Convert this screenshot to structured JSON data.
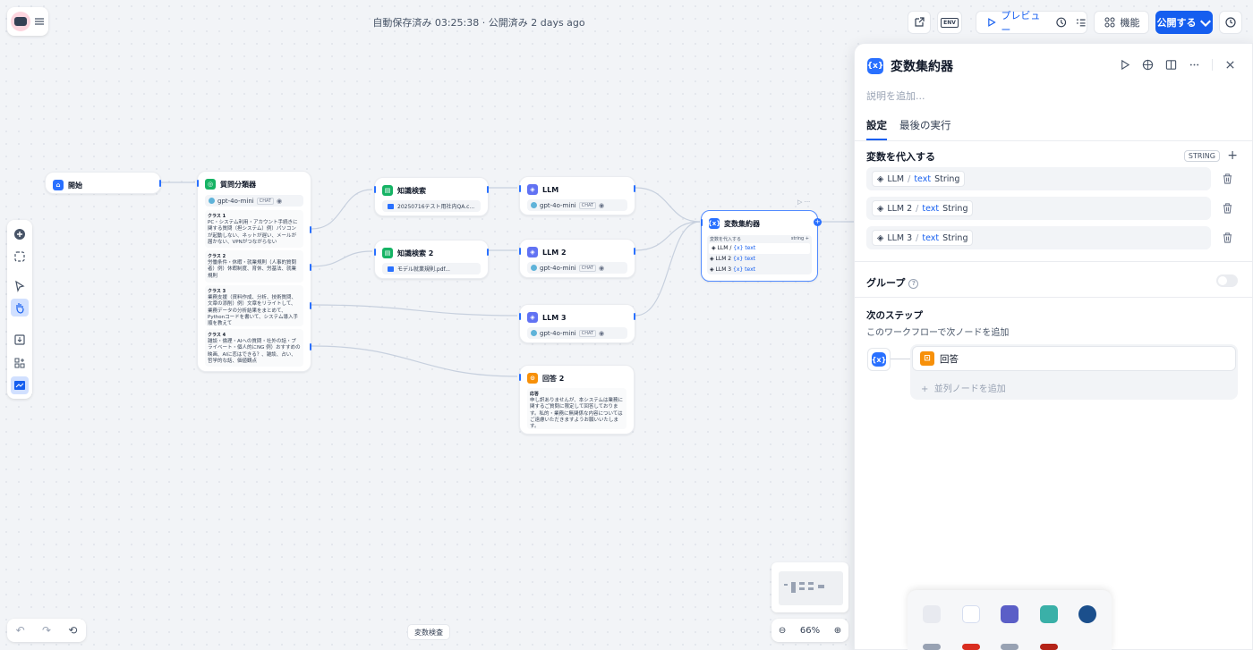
{
  "topbar": {
    "status": "自動保存済み 03:25:38 · 公開済み 2 days ago",
    "env_label": "ENV",
    "preview_label": "プレビュー",
    "features_label": "機能",
    "publish_label": "公開する"
  },
  "nodes": {
    "start": {
      "title": "開始"
    },
    "classifier": {
      "title": "質問分類器",
      "model": "gpt-4o-mini",
      "model_badge": "CHAT",
      "classes": [
        {
          "label": "クラス 1",
          "text": "PC・システム利用・アカウント手続きに関する質問（担システム）例）パソコンが起動しない、ネットが遅い、メールが届かない、VPNがつながらない"
        },
        {
          "label": "クラス 2",
          "text": "労働条件・休暇・就業規則（人事的質問者）例）休暇制度、育休、労基法、就業規則"
        },
        {
          "label": "クラス 3",
          "text": "業務支援（資料作成、分析、技術質問、文章の添削）例）文章をリライトして、業務データの分析結果をまとめて、Pythonコードを書いて、システム導入手順を教えて"
        },
        {
          "label": "クラス 4",
          "text": "雑談・倫理・AIへの質問・社外の話・プライベート・個人的にNG 例）おすすめの映画、AIに恋はできる？、雑談、占い、哲学的な話、価値観点"
        }
      ]
    },
    "kb1": {
      "title": "知識検索",
      "doc": "20250716テスト用社内QA.c..."
    },
    "kb2": {
      "title": "知識検索 2",
      "doc": "モデル就業規則.pdf..."
    },
    "llm1": {
      "title": "LLM",
      "model": "gpt-4o-mini",
      "badge": "CHAT"
    },
    "llm2": {
      "title": "LLM 2",
      "model": "gpt-4o-mini",
      "badge": "CHAT"
    },
    "llm3": {
      "title": "LLM 3",
      "model": "gpt-4o-mini",
      "badge": "CHAT"
    },
    "answer2": {
      "title": "回答 2",
      "label": "応答",
      "text": "申し訳ありませんが、本システムは業務に関するご質問に限定して回答しております。私的・業務に無関係な内容についてはご遠慮いただきますようお願いいたします。"
    },
    "aggregator": {
      "title": "変数集約器",
      "section": "変数を代入する",
      "type": "string",
      "rows": [
        {
          "node": "LLM",
          "var": "text"
        },
        {
          "node": "LLM 2",
          "var": "text"
        },
        {
          "node": "LLM 3",
          "var": "text"
        }
      ]
    }
  },
  "panel": {
    "title": "変数集約器",
    "description_placeholder": "説明を追加...",
    "tabs": [
      "設定",
      "最後の実行"
    ],
    "assign_title": "変数を代入する",
    "type_badge": "STRING",
    "variables": [
      {
        "node": "LLM",
        "sep": "/",
        "var": "text",
        "type": "String"
      },
      {
        "node": "LLM 2",
        "sep": "/",
        "var": "text",
        "type": "String"
      },
      {
        "node": "LLM 3",
        "sep": "/",
        "var": "text",
        "type": "String"
      }
    ],
    "group_label": "グループ",
    "next_step_title": "次のステップ",
    "next_step_desc": "このワークフローで次ノードを追加",
    "next_node": "回答",
    "add_parallel": "並列ノードを追加"
  },
  "bottom": {
    "var_check": "変数検査",
    "zoom": "66%"
  }
}
